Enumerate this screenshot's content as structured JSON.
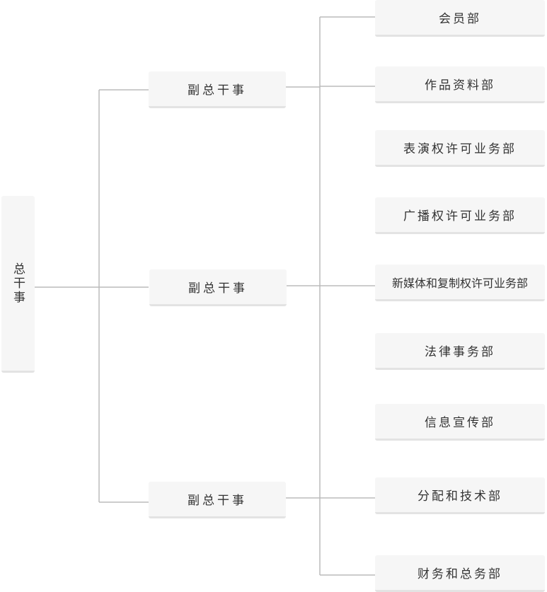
{
  "chart": {
    "root": {
      "label": "总干事"
    },
    "deputies": [
      {
        "label": "副总干事"
      },
      {
        "label": "副总干事"
      },
      {
        "label": "副总干事"
      }
    ],
    "departments": [
      {
        "label": "会员部"
      },
      {
        "label": "作品资料部"
      },
      {
        "label": "表演权许可业务部"
      },
      {
        "label": "广播权许可业务部"
      },
      {
        "label": "新媒体和复制权许可业务部"
      },
      {
        "label": "法律事务部"
      },
      {
        "label": "信息宣传部"
      },
      {
        "label": "分配和技术部"
      },
      {
        "label": "财务和总务部"
      }
    ]
  },
  "colors": {
    "box_fill": "#f6f6f6",
    "box_shadow": "#e3e3e3",
    "connector": "#bbbbbb",
    "text": "#333333"
  }
}
